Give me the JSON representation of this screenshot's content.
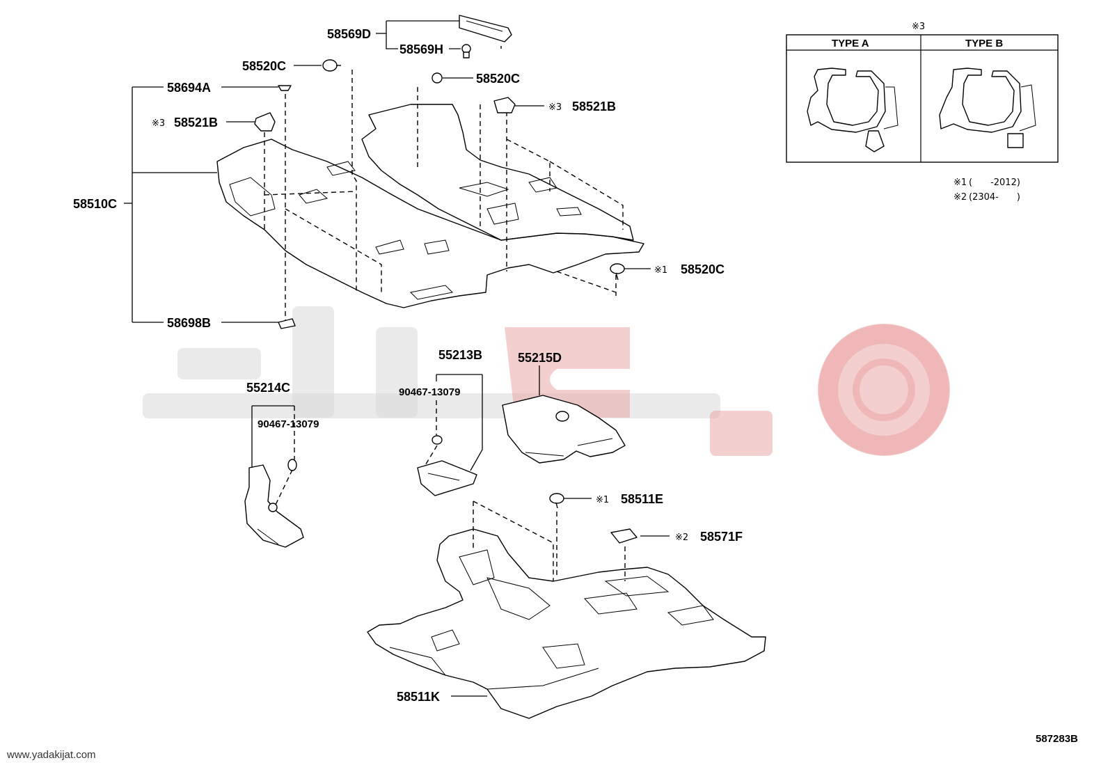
{
  "watermark": {
    "site": "www.yadakijat.com"
  },
  "catalog_code": "587283B",
  "inset": {
    "mark": "※3",
    "type_a": "TYPE A",
    "type_b": "TYPE B"
  },
  "notes": [
    {
      "mark": "※1",
      "range": "(　　-2012)"
    },
    {
      "mark": "※2",
      "range": "(2304-　　)"
    }
  ],
  "labels": {
    "p58569D": "58569D",
    "p58569H": "58569H",
    "p58520C_a": "58520C",
    "p58520C_b": "58520C",
    "p58694A": "58694A",
    "p58521B_left": "58521B",
    "p58521B_left_mark": "※3",
    "p58521B_right": "58521B",
    "p58521B_right_mark": "※3",
    "p58510C": "58510C",
    "p58520C_c": "58520C",
    "p58520C_c_mark": "※1",
    "p58698B": "58698B",
    "p55213B": "55213B",
    "p55215D": "55215D",
    "p55214C": "55214C",
    "p90467_a": "90467-13079",
    "p90467_b": "90467-13079",
    "p58511E": "58511E",
    "p58511E_mark": "※1",
    "p58571F": "58571F",
    "p58571F_mark": "※2",
    "p58511K": "58511K"
  },
  "colors": {
    "watermark_red": "#e07a7a",
    "watermark_gray": "#cfcfcf"
  }
}
